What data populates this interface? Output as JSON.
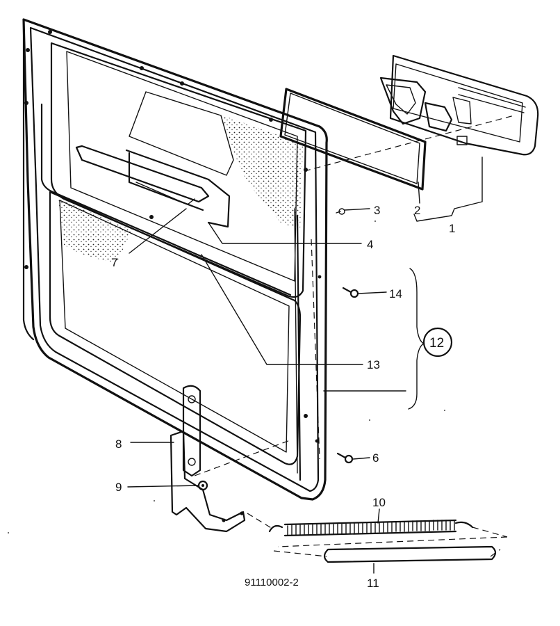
{
  "callouts": {
    "c1": "1",
    "c2": "2",
    "c3": "3",
    "c4": "4",
    "c6": "6",
    "c7": "7",
    "c8": "8",
    "c9": "9",
    "c10": "10",
    "c11": "11",
    "c12": "12",
    "c13": "13",
    "c14": "14"
  },
  "drawing_number": "91110002-2"
}
